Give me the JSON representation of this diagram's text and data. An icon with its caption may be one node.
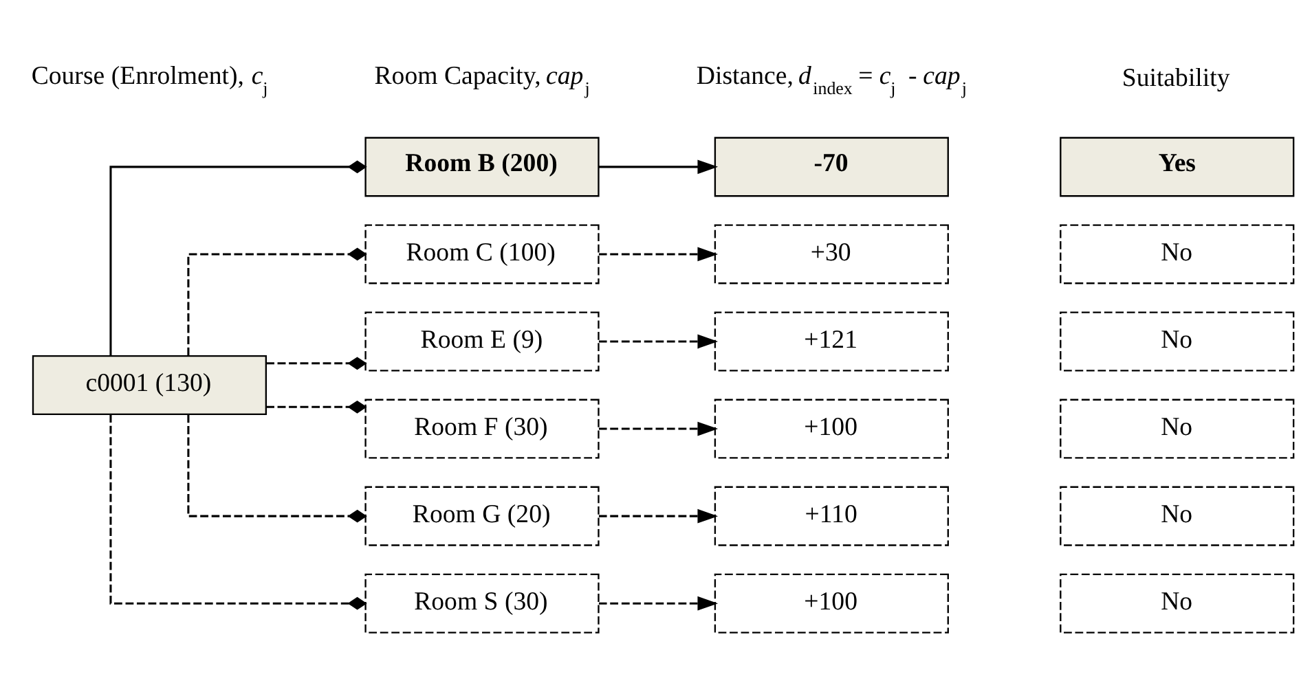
{
  "diagram": {
    "nodes": [
      {
        "text": [
          "c0001 (130)"
        ]
      },
      {
        "text": [
          "Room B (200)"
        ]
      },
      {
        "text": [
          "Room C (100)"
        ]
      },
      {
        "text": [
          "Room E (9)"
        ]
      },
      {
        "text": [
          "Room F (30)"
        ]
      },
      {
        "text": [
          "Room G (20)"
        ]
      },
      {
        "text": [
          "Room S (30)"
        ]
      },
      {
        "text": [
          "-70"
        ]
      },
      {
        "text": [
          "+30"
        ]
      },
      {
        "text": [
          "+121"
        ]
      },
      {
        "text": [
          "+100"
        ]
      },
      {
        "text": [
          "+110"
        ]
      },
      {
        "text": [
          "+100"
        ]
      },
      {
        "text": [
          "Yes"
        ]
      },
      {
        "text": [
          "No"
        ]
      },
      {
        "text": [
          "No"
        ]
      },
      {
        "text": [
          "No"
        ]
      },
      {
        "text": [
          "No"
        ]
      },
      {
        "text": [
          "No"
        ]
      }
    ],
    "edges": [
      {
        "from": 0,
        "to": 1,
        "arrow": "other"
      },
      {
        "from": 0,
        "to": 2,
        "arrow": "other",
        "style": "dashed"
      },
      {
        "from": 0,
        "to": 3,
        "arrow": "other",
        "style": "dashed"
      },
      {
        "from": 0,
        "to": 4,
        "arrow": "other",
        "style": "dashed"
      },
      {
        "from": 0,
        "to": 5,
        "arrow": "other",
        "style": "dashed"
      },
      {
        "from": 0,
        "to": 6,
        "arrow": "other",
        "style": "dashed"
      },
      {
        "from": 1,
        "to": 7,
        "arrow": "to"
      },
      {
        "from": 2,
        "to": 8,
        "arrow": "to",
        "style": "dashed"
      },
      {
        "from": 3,
        "to": 9,
        "arrow": "to",
        "style": "dashed"
      },
      {
        "from": 4,
        "to": 10,
        "arrow": "to",
        "style": "dashed"
      },
      {
        "from": 5,
        "to": 11,
        "arrow": "to",
        "style": "dashed"
      },
      {
        "from": 6,
        "to": 12,
        "arrow": "to",
        "style": "dashed"
      }
    ],
    "labels": [
      "Course (Enrolment), *c*$_{j}$",
      "Room Capacity, *cap*$_{j}$",
      "Distance, *d*$_{index}$ = *c*$_{j}$ - *cap*$_{j}$",
      "Suitability"
    ]
  }
}
